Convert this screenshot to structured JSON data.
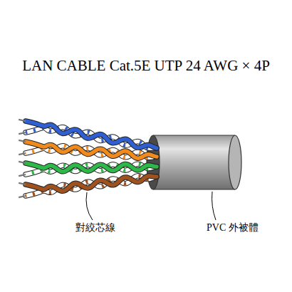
{
  "diagram": {
    "title": "LAN CABLE Cat.5E UTP 24 AWG × 4P",
    "labels": [
      "對絞芯線",
      "PVC 外被體"
    ]
  }
}
